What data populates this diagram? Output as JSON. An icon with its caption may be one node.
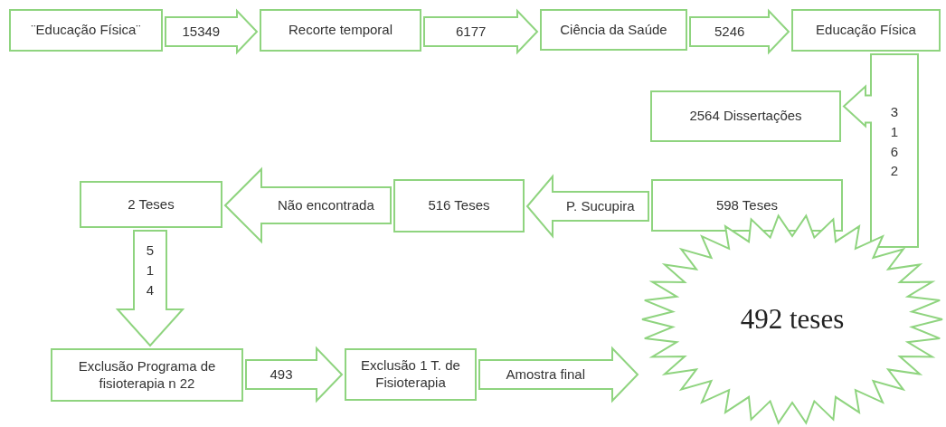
{
  "diagram": {
    "nodes": [
      {
        "text": [
          "¨Educação Física¨"
        ]
      },
      {
        "text": [
          "Recorte temporal"
        ]
      },
      {
        "text": [
          "Ciência da Saúde"
        ]
      },
      {
        "text": [
          "Educação Física"
        ]
      },
      {
        "text": [
          "2564 Dissertações"
        ]
      },
      {
        "text": [
          "598 Teses"
        ]
      },
      {
        "text": [
          "516 Teses"
        ]
      },
      {
        "text": [
          "2 Teses"
        ]
      },
      {
        "text": [
          "Exclusão Programa de fisioterapia n 22"
        ]
      },
      {
        "text": [
          "Exclusão 1 T. de Fisioterapia"
        ]
      },
      {
        "text": [
          "492 teses"
        ]
      }
    ],
    "edges": [
      {
        "from": 0,
        "to": 1,
        "arrow": "to",
        "label": "15349"
      },
      {
        "from": 1,
        "to": 2,
        "arrow": "to",
        "label": "6177"
      },
      {
        "from": 2,
        "to": 3,
        "arrow": "to",
        "label": "5246"
      },
      {
        "from": 3,
        "to": 4,
        "arrow": "to",
        "label": "3162"
      },
      {
        "from": 5,
        "to": 6,
        "arrow": "to",
        "label": "P. Sucupira"
      },
      {
        "from": 6,
        "to": 7,
        "arrow": "to",
        "label": "Não encontrada"
      },
      {
        "from": 7,
        "to": 8,
        "arrow": "to",
        "label": "514"
      },
      {
        "from": 8,
        "to": 9,
        "arrow": "to",
        "label": "493"
      },
      {
        "from": 9,
        "to": 10,
        "arrow": "to",
        "label": "Amostra final"
      }
    ]
  }
}
